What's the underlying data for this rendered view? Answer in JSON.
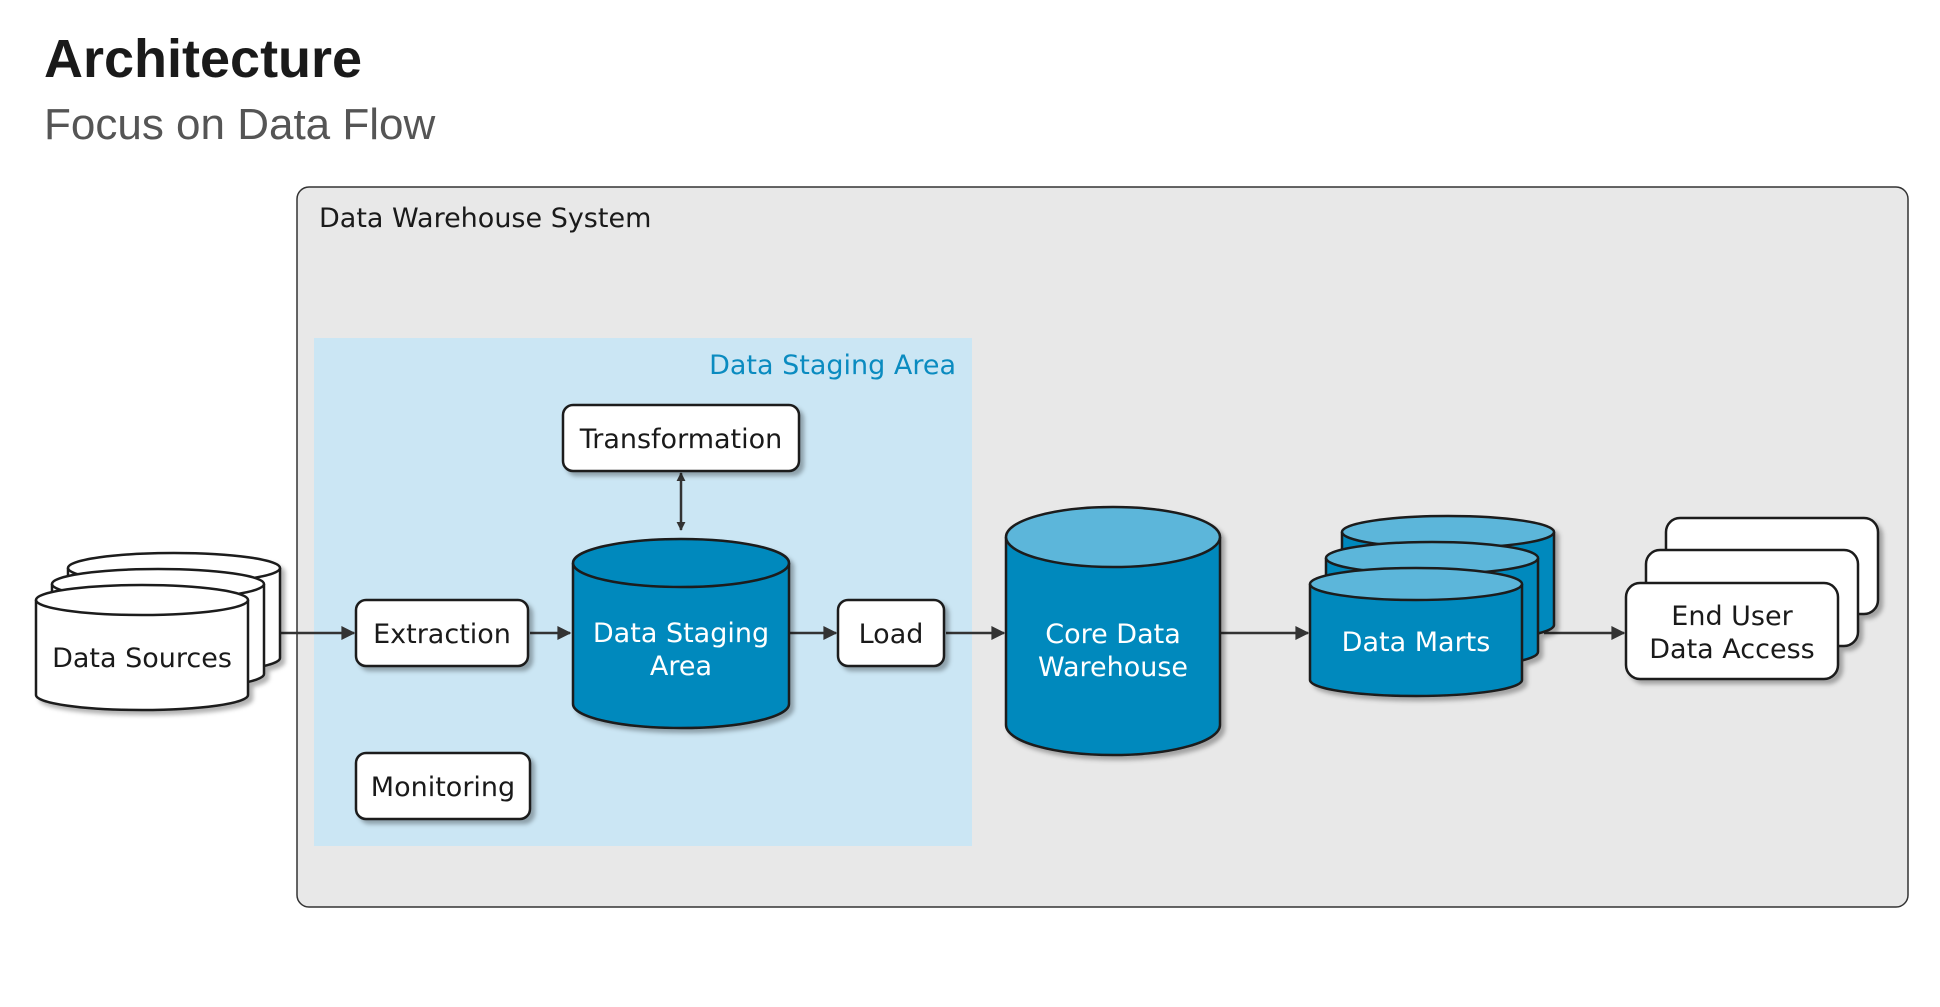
{
  "header": {
    "title": "Architecture",
    "subtitle": "Focus on Data Flow"
  },
  "colors": {
    "system_background": "#e8e8e8",
    "staging_area_background": "#cbe6f4",
    "cylinder_body": "#0089bd",
    "cylinder_top": "#5bb6da",
    "staging_label": "#0a8bc0",
    "box_fill": "#ffffff",
    "stroke": "#1a1a1a"
  },
  "diagram": {
    "system_label": "Data Warehouse System",
    "staging_area_label": "Data Staging Area",
    "nodes": {
      "data_sources": {
        "label": "Data Sources",
        "shape": "stacked-cylinder"
      },
      "extraction": {
        "label": "Extraction",
        "shape": "box"
      },
      "transformation": {
        "label": "Transformation",
        "shape": "box"
      },
      "staging_db": {
        "line1": "Data Staging",
        "line2": "Area",
        "shape": "cylinder"
      },
      "load": {
        "label": "Load",
        "shape": "box"
      },
      "monitoring": {
        "label": "Monitoring",
        "shape": "box"
      },
      "core_dw": {
        "line1": "Core Data",
        "line2": "Warehouse",
        "shape": "cylinder"
      },
      "data_marts": {
        "label": "Data Marts",
        "shape": "stacked-cylinder"
      },
      "end_user": {
        "line1": "End User",
        "line2": "Data Access",
        "shape": "stacked-box"
      }
    },
    "edges": [
      {
        "from": "Data Sources",
        "to": "Extraction"
      },
      {
        "from": "Extraction",
        "to": "Data Staging Area"
      },
      {
        "from": "Data Staging Area",
        "to": "Transformation",
        "bidirectional": true
      },
      {
        "from": "Data Staging Area",
        "to": "Load"
      },
      {
        "from": "Load",
        "to": "Core Data Warehouse"
      },
      {
        "from": "Core Data Warehouse",
        "to": "Data Marts"
      },
      {
        "from": "Data Marts",
        "to": "End User Data Access"
      }
    ]
  }
}
